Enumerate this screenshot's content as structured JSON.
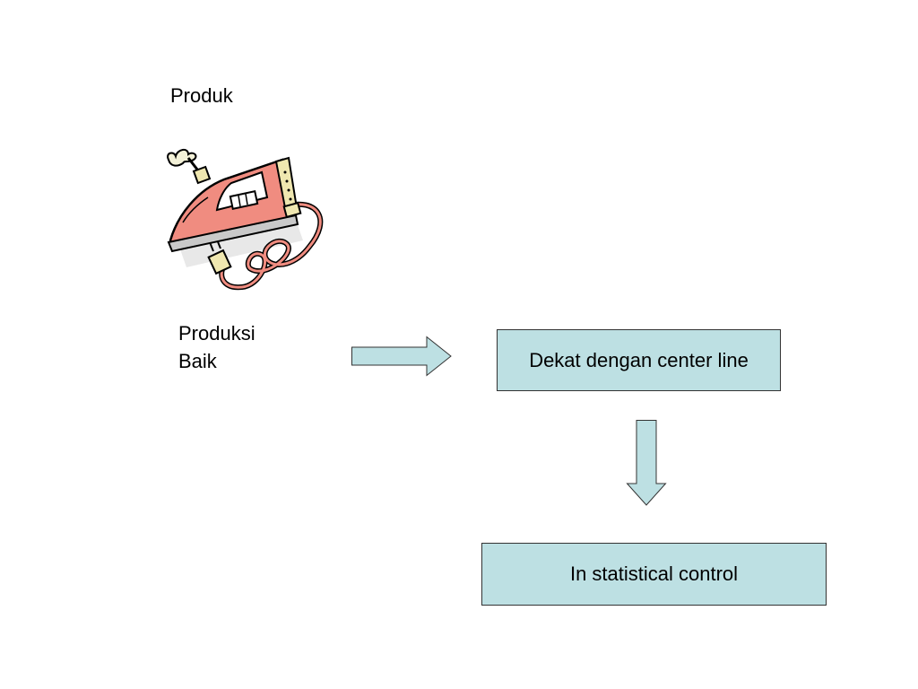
{
  "product_label": "Produk",
  "production_label": [
    "Produksi",
    "Baik"
  ],
  "box_center_line": "Dekat dengan center line",
  "box_statistical_control": "In statistical control",
  "colors": {
    "box_fill": "#bde0e3",
    "arrow_fill": "#bde0e3",
    "outline": "#333333",
    "iron_body": "#f08c80",
    "iron_plate": "#c9c9c9",
    "iron_handle_panel": "#efe7b0",
    "cord": "#f08c80"
  },
  "icons": {
    "product_image": "clothes-iron-clipart",
    "right_arrow": "block-arrow-right",
    "down_arrow": "block-arrow-down"
  }
}
